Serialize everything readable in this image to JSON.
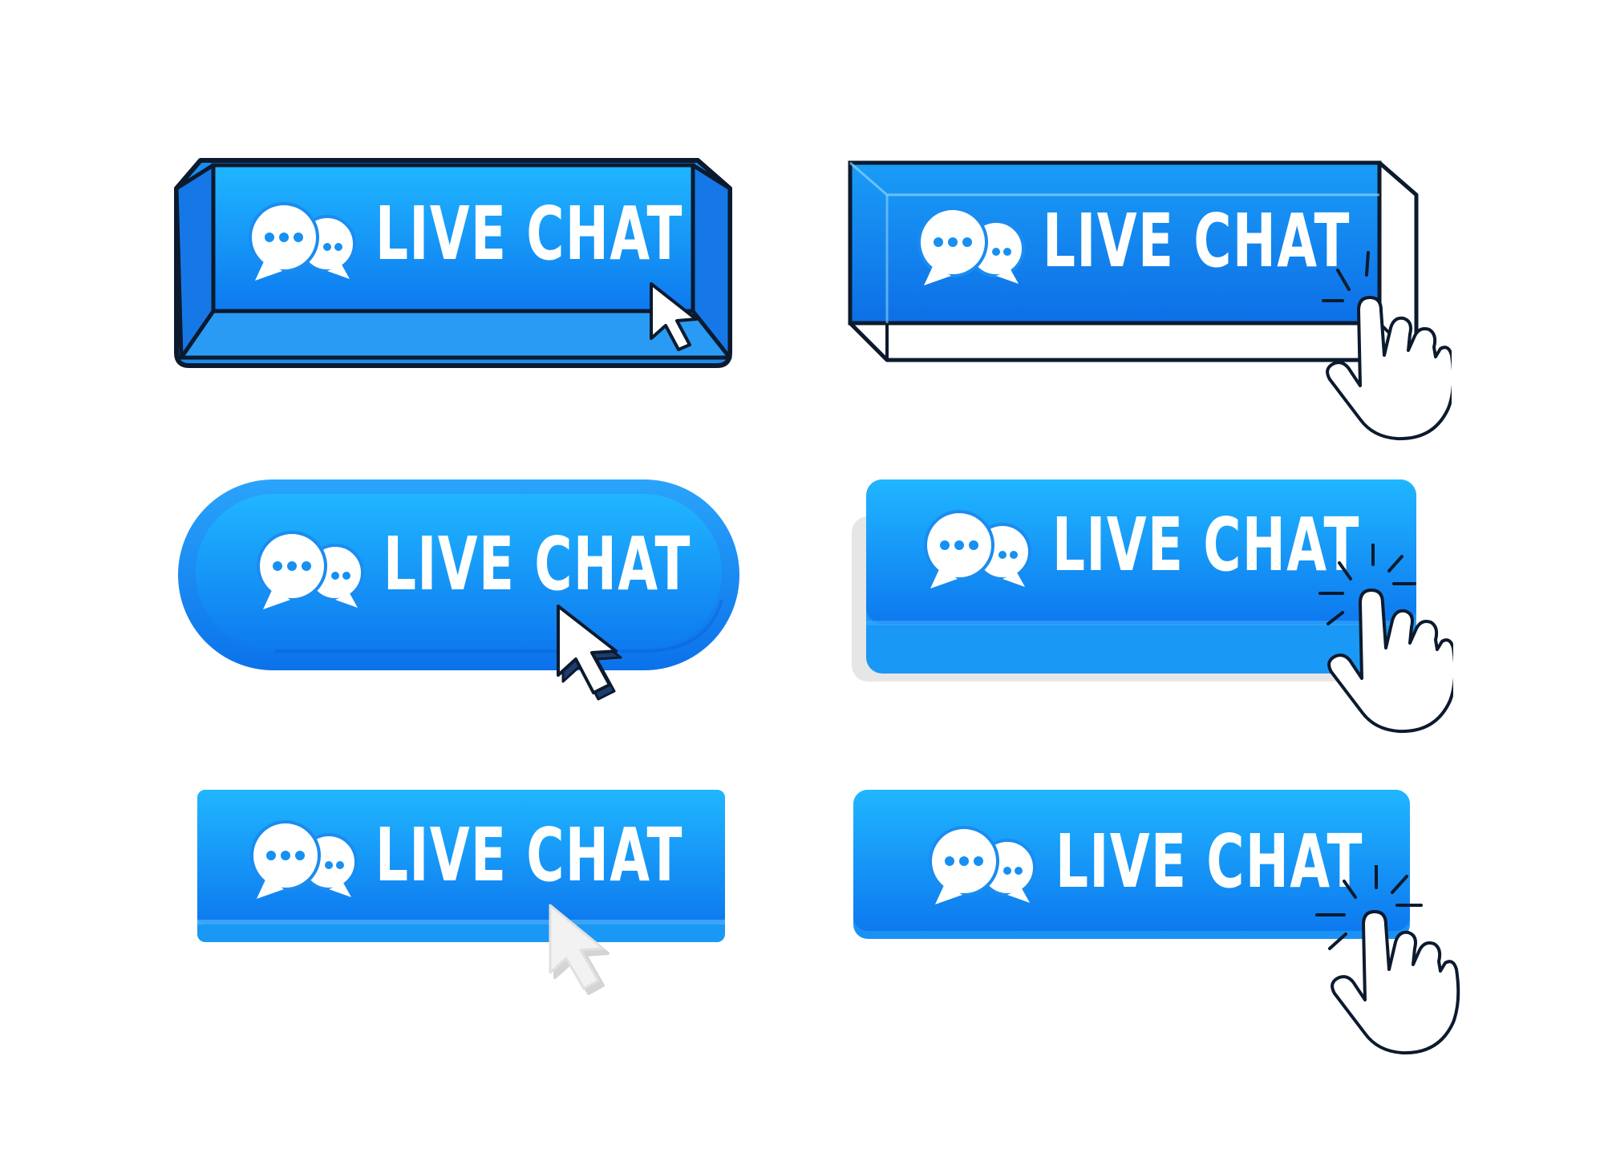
{
  "buttons": [
    {
      "id": "b1",
      "label": "LIVE CHAT",
      "style": "3d-outlined-key",
      "pointer": "arrow-cursor-icon"
    },
    {
      "id": "b2",
      "label": "LIVE CHAT",
      "style": "wireframe-box",
      "pointer": "hand-cursor-icon"
    },
    {
      "id": "b3",
      "label": "LIVE CHAT",
      "style": "pill",
      "pointer": "arrow-cursor-icon"
    },
    {
      "id": "b4",
      "label": "LIVE CHAT",
      "style": "raised-shadow",
      "pointer": "hand-cursor-icon"
    },
    {
      "id": "b5",
      "label": "LIVE CHAT",
      "style": "flat-bottom-ledge",
      "pointer": "arrow-cursor-icon"
    },
    {
      "id": "b6",
      "label": "LIVE CHAT",
      "style": "flat-rounded",
      "pointer": "hand-cursor-icon"
    }
  ],
  "icon_name": "chat-bubbles-icon",
  "colors": {
    "primary": "#1486f0",
    "top": "#1fb2ff",
    "dark": "#0a5dd0",
    "outline": "#0c1a2e",
    "text": "#ffffff",
    "dots": "#1690f2"
  }
}
